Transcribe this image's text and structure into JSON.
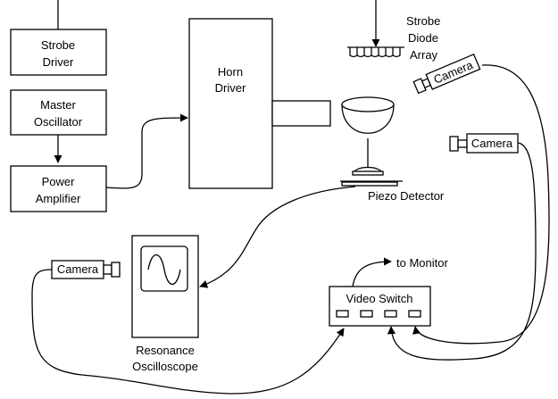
{
  "blocks": {
    "strobe_driver": [
      "Strobe",
      "Driver"
    ],
    "master_oscillator": [
      "Master",
      "Oscillator"
    ],
    "power_amplifier": [
      "Power",
      "Amplifier"
    ],
    "horn_driver": [
      "Horn",
      "Driver"
    ],
    "strobe_diode_array": [
      "Strobe",
      "Diode",
      "Array"
    ],
    "piezo_detector": "Piezo Detector",
    "video_switch": "Video Switch",
    "to_monitor": "to Monitor",
    "resonance_oscilloscope": [
      "Resonance",
      "Oscilloscope"
    ]
  },
  "cameras": {
    "top_right": "Camera",
    "middle_right": "Camera",
    "left": "Camera"
  }
}
